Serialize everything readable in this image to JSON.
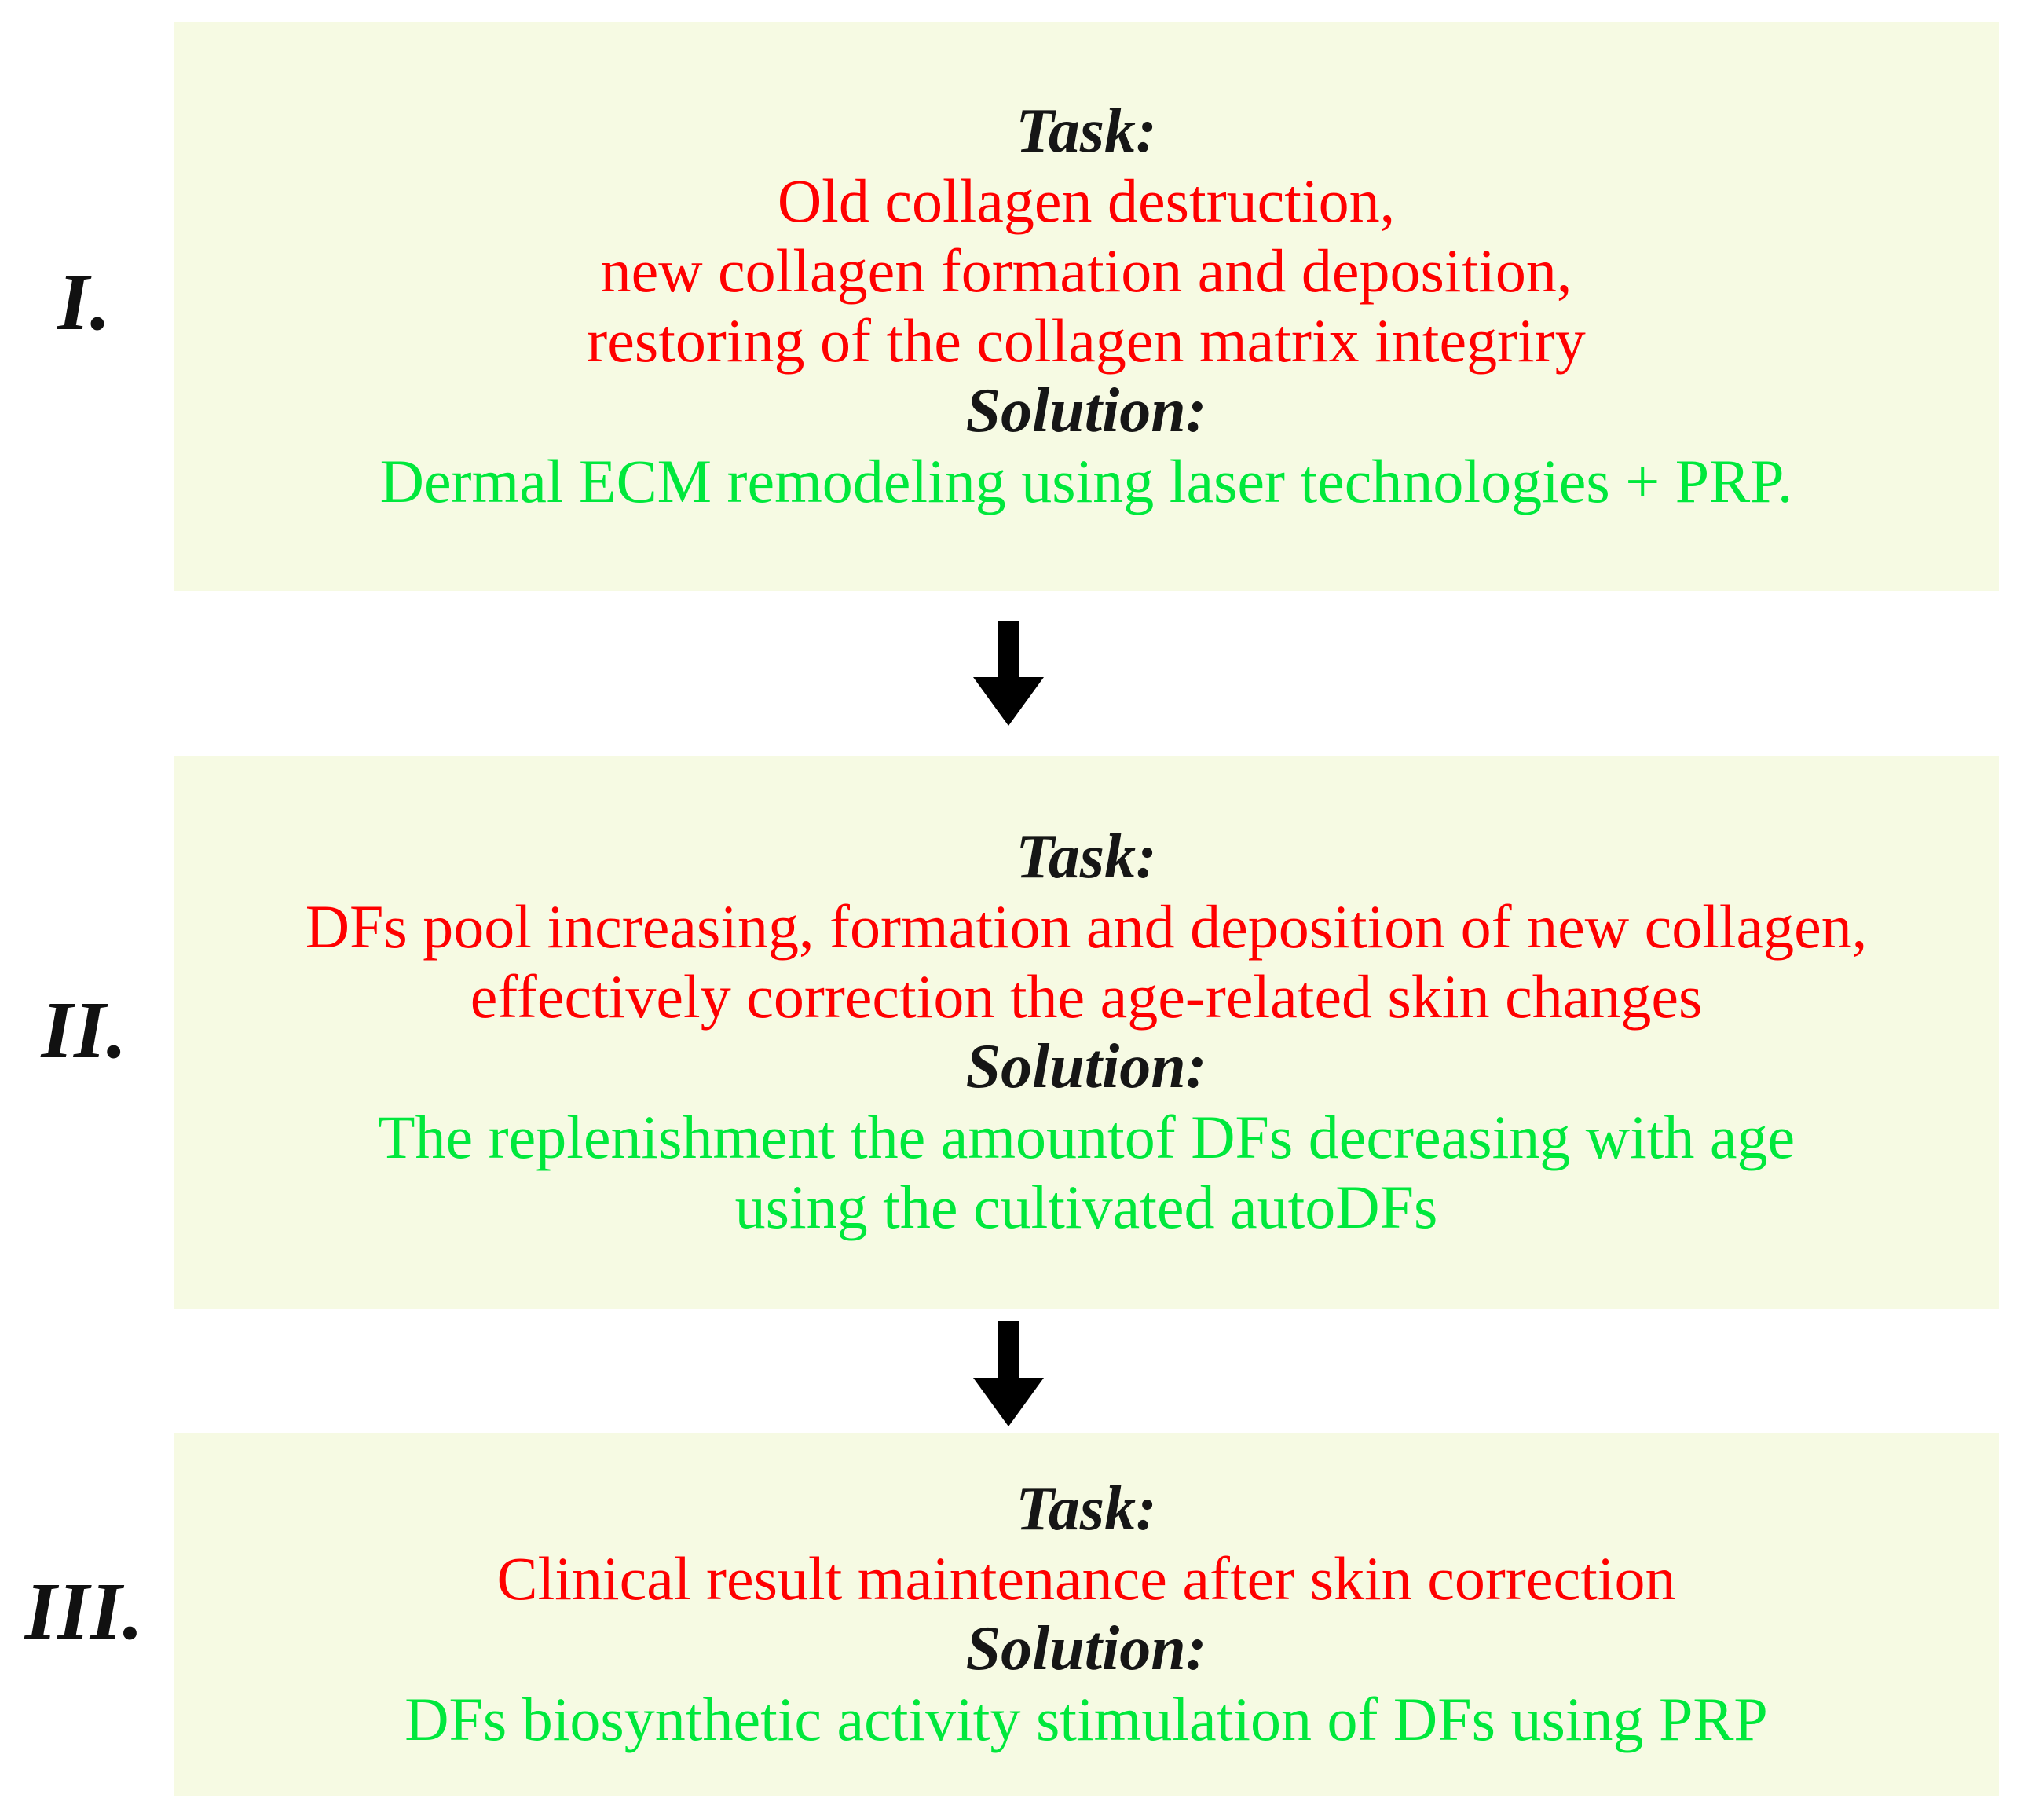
{
  "colors": {
    "panel_background": "#F6FAE3",
    "page_background": "#FFFFFF",
    "task_text": "#FF0000",
    "solution_text": "#00E83C",
    "label_text": "#161616",
    "arrow": "#000000"
  },
  "diagram": {
    "type": "vertical-flow",
    "stages": [
      {
        "numeral": "I.",
        "task_label": "Task:",
        "task_lines": [
          "Old collagen destruction,",
          "new collagen formation and deposition,",
          "restoring of the collagen matrix integriry"
        ],
        "solution_label": "Solution:",
        "solution_lines": [
          "Dermal ECM remodeling using laser technologies + PRP."
        ]
      },
      {
        "numeral": "II.",
        "task_label": "Task:",
        "task_lines": [
          "DFs pool increasing, formation and  deposition of new collagen,",
          "effectively correction the age-related skin changes"
        ],
        "solution_label": "Solution:",
        "solution_lines": [
          "The replenishment the amountof DFs decreasing with age",
          "using the cultivated autoDFs"
        ]
      },
      {
        "numeral": "III.",
        "task_label": "Task:",
        "task_lines": [
          "Clinical result maintenance after skin correction"
        ],
        "solution_label": "Solution:",
        "solution_lines": [
          "DFs biosynthetic  activity stimulation of DFs using PRP"
        ]
      }
    ],
    "connectors": [
      {
        "icon": "down-arrow-icon"
      },
      {
        "icon": "down-arrow-icon"
      }
    ]
  }
}
